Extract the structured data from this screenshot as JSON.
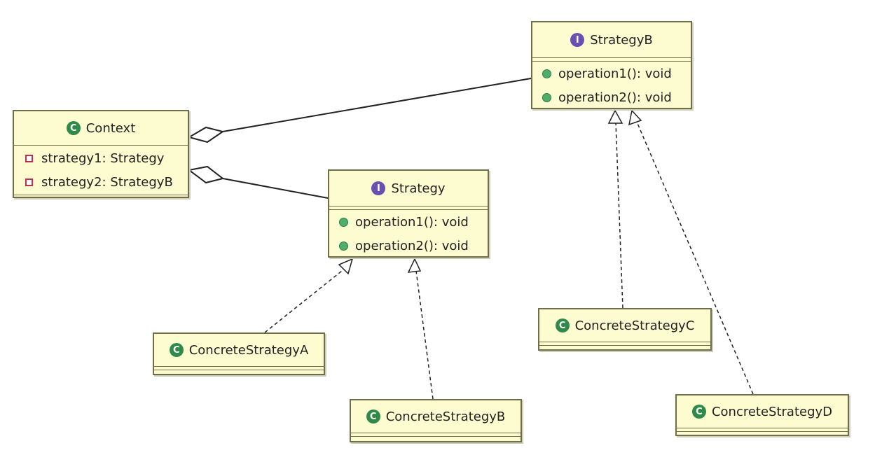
{
  "context": {
    "name": "Context",
    "fields": [
      {
        "label": "strategy1: Strategy"
      },
      {
        "label": "strategy2: StrategyB"
      }
    ]
  },
  "strategy": {
    "name": "Strategy",
    "operations": [
      {
        "label": "operation1(): void"
      },
      {
        "label": "operation2(): void"
      }
    ]
  },
  "strategyB": {
    "name": "StrategyB",
    "operations": [
      {
        "label": "operation1(): void"
      },
      {
        "label": "operation2(): void"
      }
    ]
  },
  "concrete": {
    "a": "ConcreteStrategyA",
    "b": "ConcreteStrategyB",
    "c": "ConcreteStrategyC",
    "d": "ConcreteStrategyD"
  },
  "icons": {
    "class_letter": "C",
    "interface_letter": "I"
  },
  "colors": {
    "box_fill": "#fcfcd0",
    "class_badge": "#2f8a4a",
    "interface_badge": "#6a4fb3",
    "public_method": "#4fae6a",
    "private_field": "#c0304a"
  }
}
